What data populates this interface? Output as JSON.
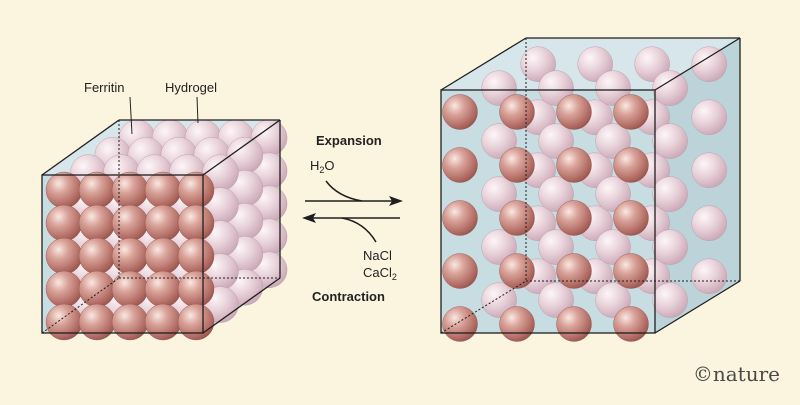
{
  "labels": {
    "ferritin": "Ferritin",
    "hydrogel": "Hydrogel"
  },
  "reaction": {
    "forward_title": "Expansion",
    "forward_reagent": {
      "main": "H",
      "sub": "2",
      "tail": "O"
    },
    "reverse_reagents": [
      {
        "main": "NaCl",
        "sub": "",
        "tail": ""
      },
      {
        "main": "CaCl",
        "sub": "2",
        "tail": ""
      }
    ],
    "reverse_title": "Contraction"
  },
  "logo": {
    "symbol": "©",
    "text": "nature"
  },
  "colors": {
    "background": "#fbf5e0",
    "cube_face": "#c8dde2",
    "cube_edge": "#1e1e1e",
    "sphere_front": "#c9897e",
    "sphere_back": "#e6cdd6",
    "arrow": "#1e1e1e"
  }
}
